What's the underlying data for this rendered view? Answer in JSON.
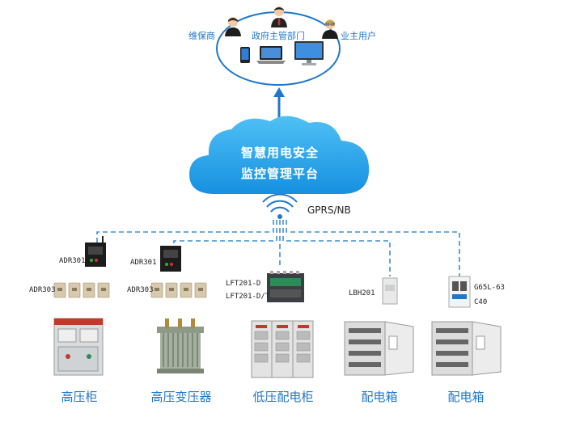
{
  "users": {
    "maintainer": "维保商",
    "government": "政府主管部门",
    "owner": "业主用户"
  },
  "platform": {
    "line1": "智慧用电安全",
    "line2": "监控管理平台"
  },
  "network": {
    "label": "GPRS/NB"
  },
  "devices": {
    "adr301_a": "ADR301",
    "adr303_a": "ADR303",
    "adr301_b": "ADR301",
    "adr303_b": "ADR303",
    "lft_d": "LFT201-D",
    "lft_dt": "LFT201-D/T",
    "lbh": "LBH201",
    "g65": "G65L-63",
    "c40": "C40"
  },
  "equipment": {
    "hv_cabinet": "高压柜",
    "hv_transformer": "高压变压器",
    "lv_cabinet": "低压配电柜",
    "dist_box_1": "配电箱",
    "dist_box_2": "配电箱"
  },
  "colors": {
    "accent": "#1f78c8",
    "cloud": "#1aa0e8",
    "dashed": "#3b8fd6"
  }
}
